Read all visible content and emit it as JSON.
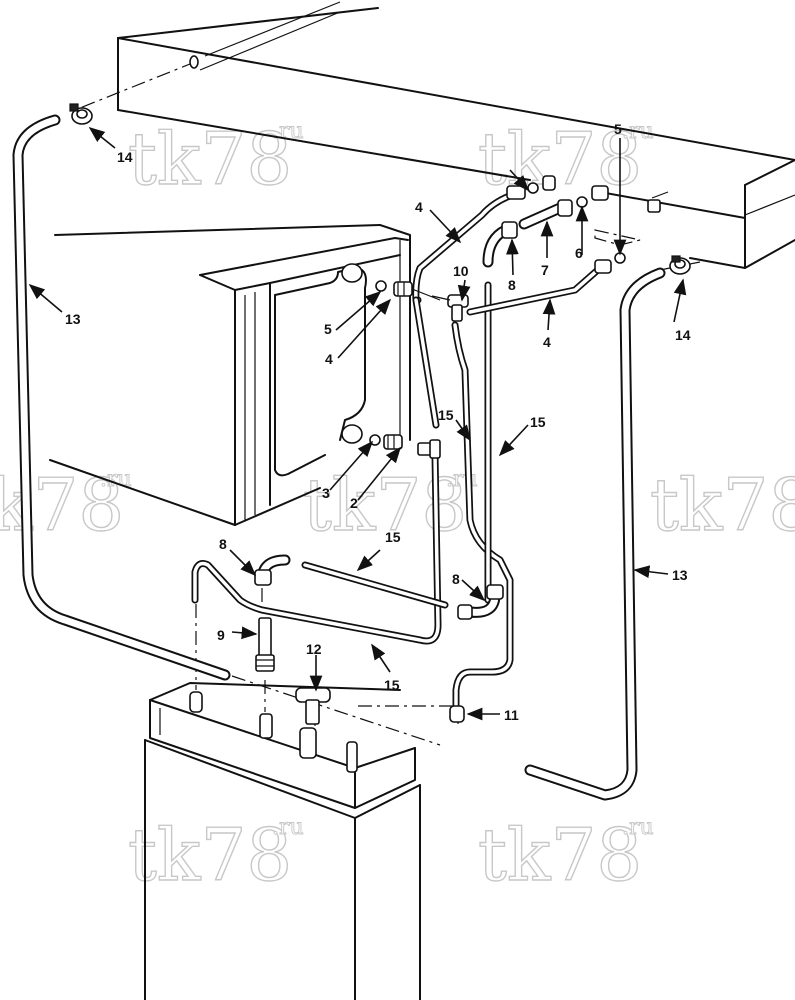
{
  "watermark": {
    "text": "tk78",
    "suffix": ".ru"
  },
  "callouts": {
    "c14a": "14",
    "c14b": "14",
    "c13a": "13",
    "c13b": "13",
    "c4a": "4",
    "c4b": "4",
    "c4c": "4",
    "c5a": "5",
    "c5b": "5",
    "c6": "6",
    "c7": "7",
    "c8a": "8",
    "c8b": "8",
    "c8c": "8",
    "c10": "10",
    "c15a": "15",
    "c15b": "15",
    "c15c": "15",
    "c15d": "15",
    "c3": "3",
    "c2": "2",
    "c9": "9",
    "c12": "12",
    "c11": "11"
  },
  "colors": {
    "line": "#111111",
    "watermark": "#c8c8c8"
  }
}
